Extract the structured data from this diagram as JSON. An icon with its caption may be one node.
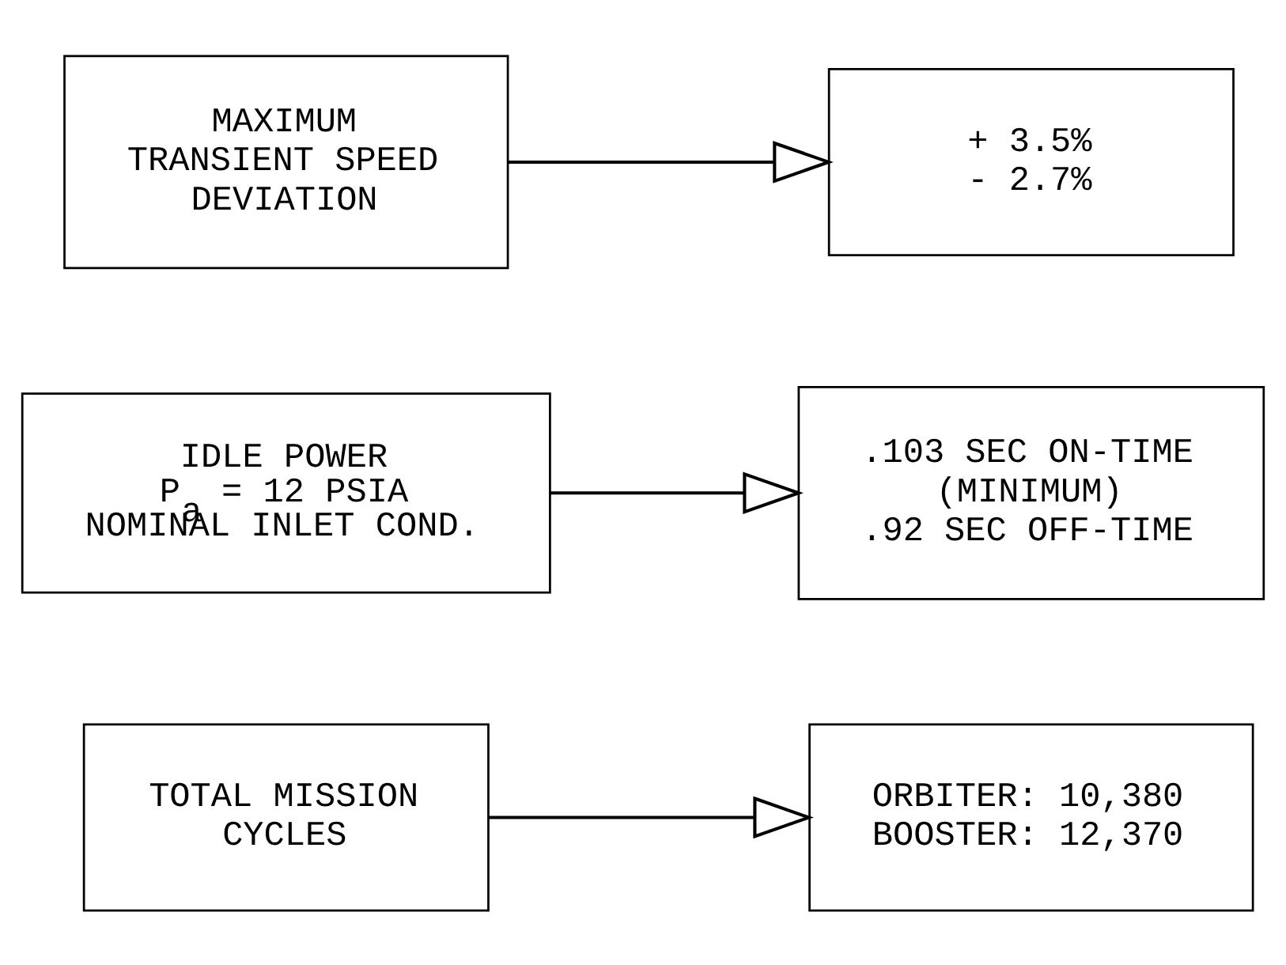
{
  "diagram": {
    "nodes": [
      {
        "text": [
          "MAXIMUM TRANSIENT SPEED DEVIATION"
        ]
      },
      {
        "text": [
          "+ 3.5%",
          "- 2.7%"
        ]
      },
      {
        "text": [
          "IDLE POWER",
          "P$_{a}$ = 12 PSIA",
          "NOMINAL INLET COND."
        ]
      },
      {
        "text": [
          ".103 SEC ON-TIME",
          "(MINIMUM)",
          ".92 SEC OFF-TIME"
        ]
      },
      {
        "text": [
          "TOTAL MISSION CYCLES"
        ]
      },
      {
        "text": [
          "ORBITER: 10,380",
          "BOOSTER: 12,370"
        ]
      }
    ],
    "edges": [
      {
        "from": 0,
        "to": 1,
        "arrow": "to"
      },
      {
        "from": 2,
        "to": 3,
        "arrow": "to"
      },
      {
        "from": 4,
        "to": 5,
        "arrow": "to"
      }
    ]
  }
}
